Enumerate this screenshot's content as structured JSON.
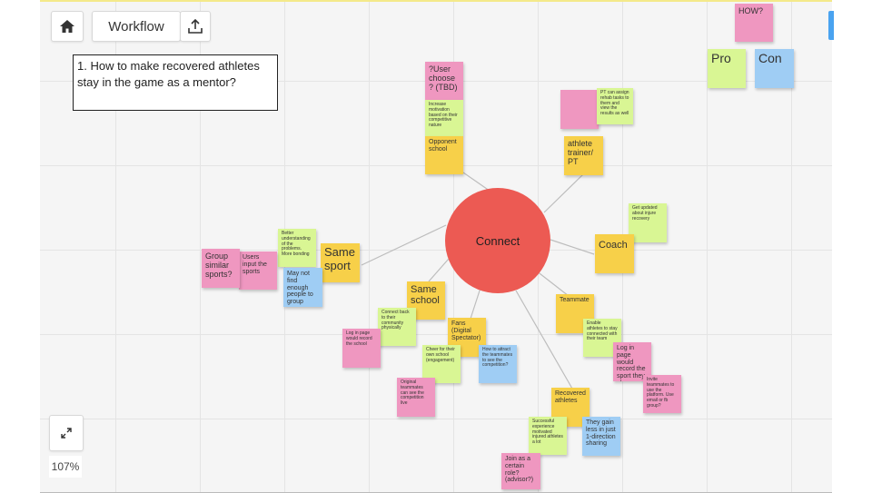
{
  "toolbar": {
    "home_icon": "home-icon",
    "board_name": "Workflow",
    "share_icon": "share-upload-icon"
  },
  "zoom": {
    "expand_icon": "expand-arrows-icon",
    "level": "107%"
  },
  "question_box": "1. How to make recovered athletes stay in the game as a mentor?",
  "hub_label": "Connect",
  "corner_notes": {
    "how": "HOW?",
    "pro": "Pro",
    "con": "Con"
  },
  "notes": {
    "user_choose": "?User choose? (TBD)",
    "increase_motivation": "Increase motivation based on their competitive nature",
    "opponent_school": "Opponent school",
    "pt_pink": "",
    "pt_assign": "PT can assign rehab tasks to them and view the results as well",
    "athlete_trainer": "athlete trainer/ PT",
    "get_updated": "Get updated about injure recovery",
    "coach": "Coach",
    "teammate": "Teammate",
    "enable_athletes": "Enable athletes to stay connected with their team",
    "login_sport": "Log in page would record the sport they play",
    "invite_teammates": "Invite teammates to use the platform. Use email or fb group?",
    "recovered_athletes": "Recovered athletes",
    "successful_experience": "Successful experience motivated injured athletes a lot",
    "gain_less": "They gain less in just 1-direction sharing",
    "join_role": "Join as a certain role? (advisor?)",
    "fans": "Fans (Digital Spectator)",
    "how_attract": "How to attract the teammates to see the competition?",
    "cheer": "Cheer for their own school (engagement)",
    "original_teammates": "Original teammates can see the competition live",
    "same_school": "Same school",
    "connect_back": "Connect back to their community physically",
    "login_school": "Log in page would record the school",
    "same_sport": "Same sport",
    "better_understanding": "Better understanding of the problems. More bonding",
    "may_not": "May not find enough people to group",
    "users_input": "Users input the sports",
    "group_similar": "Group similar sports?"
  },
  "colors": {
    "yellow": "#f7d049",
    "green": "#d9f694",
    "pink": "#ef97c0",
    "blue": "#9fcdf4",
    "hub": "#ec5a53",
    "accent_tab": "#4aa3f0"
  }
}
